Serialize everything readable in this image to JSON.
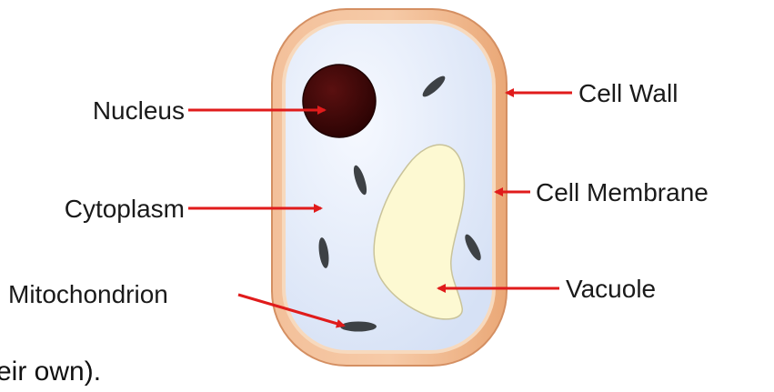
{
  "labels": {
    "nucleus": "Nucleus",
    "cytoplasm": "Cytoplasm",
    "mitochondrion": "Mitochondrion",
    "cell_wall": "Cell Wall",
    "cell_membrane": "Cell Membrane",
    "vacuole": "Vacuole"
  },
  "caption": "eir own).",
  "colors": {
    "cell_wall": "#f0b384",
    "cell_wall_outline": "#d48f62",
    "membrane": "#f7d9bd",
    "cytoplasm": "#dde6f6",
    "nucleus": "#3b0707",
    "vacuole": "#fdf9d2",
    "organelle": "#3d4145",
    "arrow": "#e01b1b"
  }
}
